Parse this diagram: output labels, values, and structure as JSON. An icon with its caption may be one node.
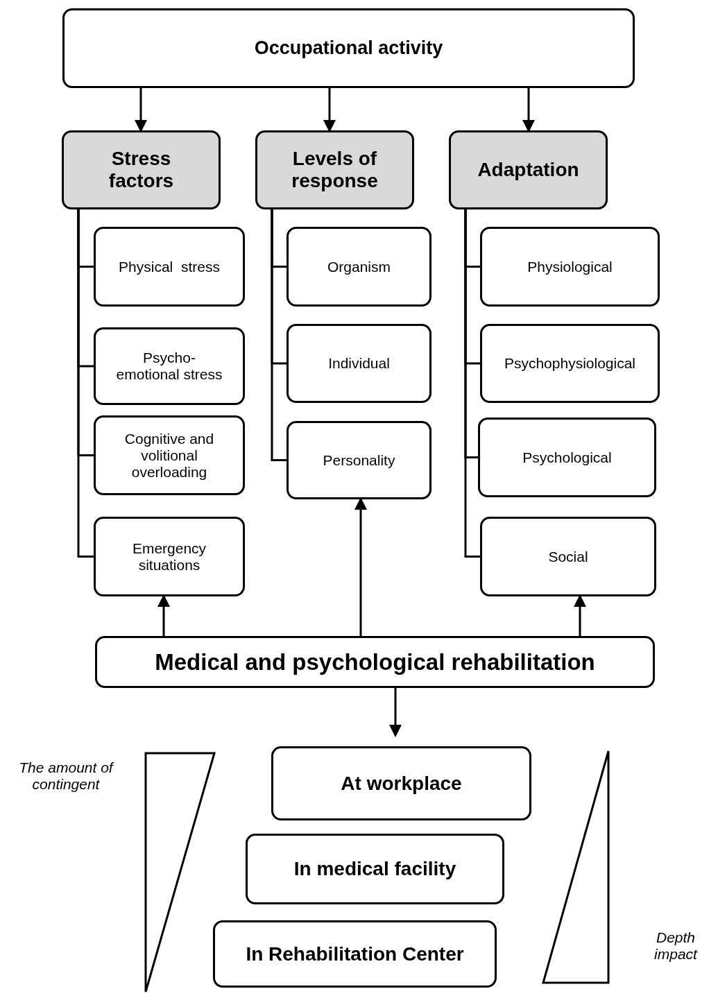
{
  "diagram": {
    "nodes": [
      {
        "text": [
          "Occupational activity"
        ]
      },
      {
        "text": [
          "Stress factors"
        ]
      },
      {
        "text": [
          "Levels of response"
        ]
      },
      {
        "text": [
          "Adaptation"
        ]
      },
      {
        "text": [
          "Physical  stress"
        ]
      },
      {
        "text": [
          "Psycho- emotional stress"
        ]
      },
      {
        "text": [
          "Cognitive and volitional overloading"
        ]
      },
      {
        "text": [
          "Emergency situations"
        ]
      },
      {
        "text": [
          "Organism"
        ]
      },
      {
        "text": [
          "Individual"
        ]
      },
      {
        "text": [
          "Personality"
        ]
      },
      {
        "text": [
          "Physiological"
        ]
      },
      {
        "text": [
          "Psychophysiological"
        ]
      },
      {
        "text": [
          "Psychological"
        ]
      },
      {
        "text": [
          "Social"
        ]
      },
      {
        "text": [
          "Medical and psychological rehabilitation"
        ]
      },
      {
        "text": [
          "At workplace"
        ]
      },
      {
        "text": [
          "In medical facility"
        ]
      },
      {
        "text": [
          "In Rehabilitation Center"
        ]
      },
      {
        "text": [],
        "shape": "triangle",
        "beside": [
          "The amount of contingent"
        ]
      },
      {
        "text": [],
        "shape": "triangle",
        "beside": [
          "Depth impact"
        ]
      }
    ],
    "edges": [
      {
        "from": 0,
        "to": 1,
        "arrow": "to"
      },
      {
        "from": 0,
        "to": 2,
        "arrow": "to"
      },
      {
        "from": 0,
        "to": 3,
        "arrow": "to"
      },
      {
        "from": 1,
        "to": 4,
        "arrow": "none"
      },
      {
        "from": 1,
        "to": 5,
        "arrow": "none"
      },
      {
        "from": 1,
        "to": 6,
        "arrow": "none"
      },
      {
        "from": 1,
        "to": 7,
        "arrow": "none"
      },
      {
        "from": 2,
        "to": 8,
        "arrow": "none"
      },
      {
        "from": 2,
        "to": 9,
        "arrow": "none"
      },
      {
        "from": 2,
        "to": 10,
        "arrow": "none"
      },
      {
        "from": 3,
        "to": 11,
        "arrow": "none"
      },
      {
        "from": 3,
        "to": 12,
        "arrow": "none"
      },
      {
        "from": 3,
        "to": 13,
        "arrow": "none"
      },
      {
        "from": 3,
        "to": 14,
        "arrow": "none"
      },
      {
        "from": 15,
        "to": 7,
        "arrow": "to"
      },
      {
        "from": 15,
        "to": 10,
        "arrow": "to"
      },
      {
        "from": 15,
        "to": 14,
        "arrow": "to"
      },
      {
        "from": 15,
        "to": 16,
        "arrow": "to"
      }
    ]
  }
}
